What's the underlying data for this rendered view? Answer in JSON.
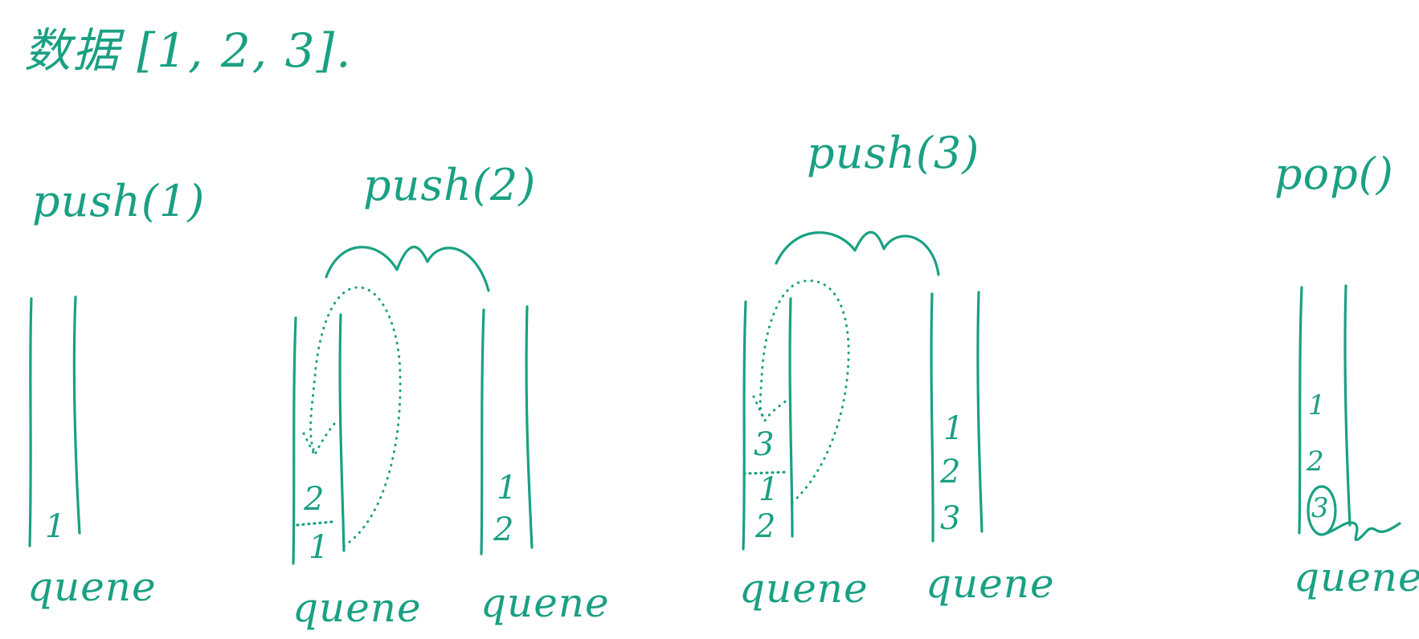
{
  "page": {
    "title": "数据 [1, 2, 3].",
    "ink_color": "#1aa083"
  },
  "steps": [
    {
      "operation": "push(1)",
      "queues": [
        {
          "label": "quene",
          "items": [
            "1"
          ]
        }
      ]
    },
    {
      "operation": "push(2)",
      "queues": [
        {
          "label": "quene",
          "items": [
            "2",
            "1"
          ]
        },
        {
          "label": "quene",
          "items": [
            "1",
            "2"
          ]
        }
      ]
    },
    {
      "operation": "push(3)",
      "queues": [
        {
          "label": "quene",
          "items": [
            "3",
            "1",
            "2"
          ]
        },
        {
          "label": "quene",
          "items": [
            "1",
            "2",
            "3"
          ]
        }
      ]
    },
    {
      "operation": "pop()",
      "queues": [
        {
          "label": "quene",
          "items": [
            "1",
            "2",
            "3"
          ]
        }
      ]
    }
  ]
}
